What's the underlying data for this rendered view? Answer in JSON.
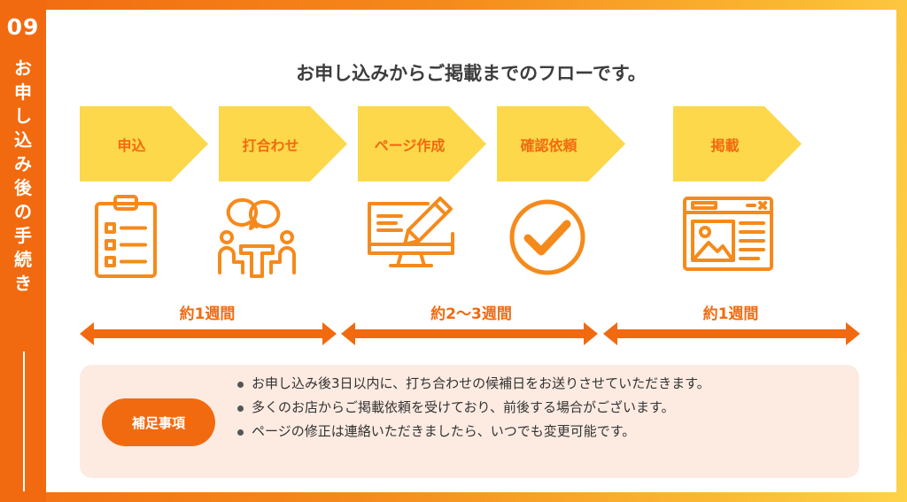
{
  "sidebar": {
    "number": "09",
    "title_chars": [
      "お",
      "申",
      "し",
      "込",
      "み",
      "後",
      "の",
      "手",
      "続",
      "き"
    ]
  },
  "heading": "お申し込みからご掲載までのフローです。",
  "steps": [
    {
      "label": "申込",
      "icon": "clipboard-icon"
    },
    {
      "label": "打合わせ",
      "icon": "meeting-icon"
    },
    {
      "label": "ページ作成",
      "icon": "monitor-pencil-icon"
    },
    {
      "label": "確認依頼",
      "icon": "check-circle-icon"
    },
    {
      "label": "掲載",
      "icon": "webpage-icon"
    }
  ],
  "durations": [
    "約1週間",
    "約2〜3週間",
    "約1週間"
  ],
  "notes": {
    "badge": "補足事項",
    "items": [
      "お申し込み後3日以内に、打ち合わせの候補日をお送りさせていただきます。",
      "多くのお店からご掲載依頼を受けており、前後する場合がございます。",
      "ページの修正は連絡いただきましたら、いつでも変更可能です。"
    ]
  },
  "colors": {
    "accent": "#f26a10",
    "step_fill": "#fcd84a",
    "icon_orange": "#f58a1c",
    "notes_bg": "#fdebe2"
  }
}
